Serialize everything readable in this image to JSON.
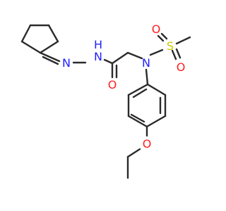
{
  "molecule": {
    "atoms": {
      "n1": "N",
      "n2": "N",
      "nh_h": "H",
      "o_carbonyl": "O",
      "n3": "N",
      "s1": "S",
      "o_s1": "O",
      "o_s2": "O",
      "o_ether": "O"
    },
    "colors": {
      "bond": "#2b2b2b",
      "nitrogen": "#2020ff",
      "oxygen": "#ff2020",
      "sulfur": "#c8c800"
    }
  }
}
